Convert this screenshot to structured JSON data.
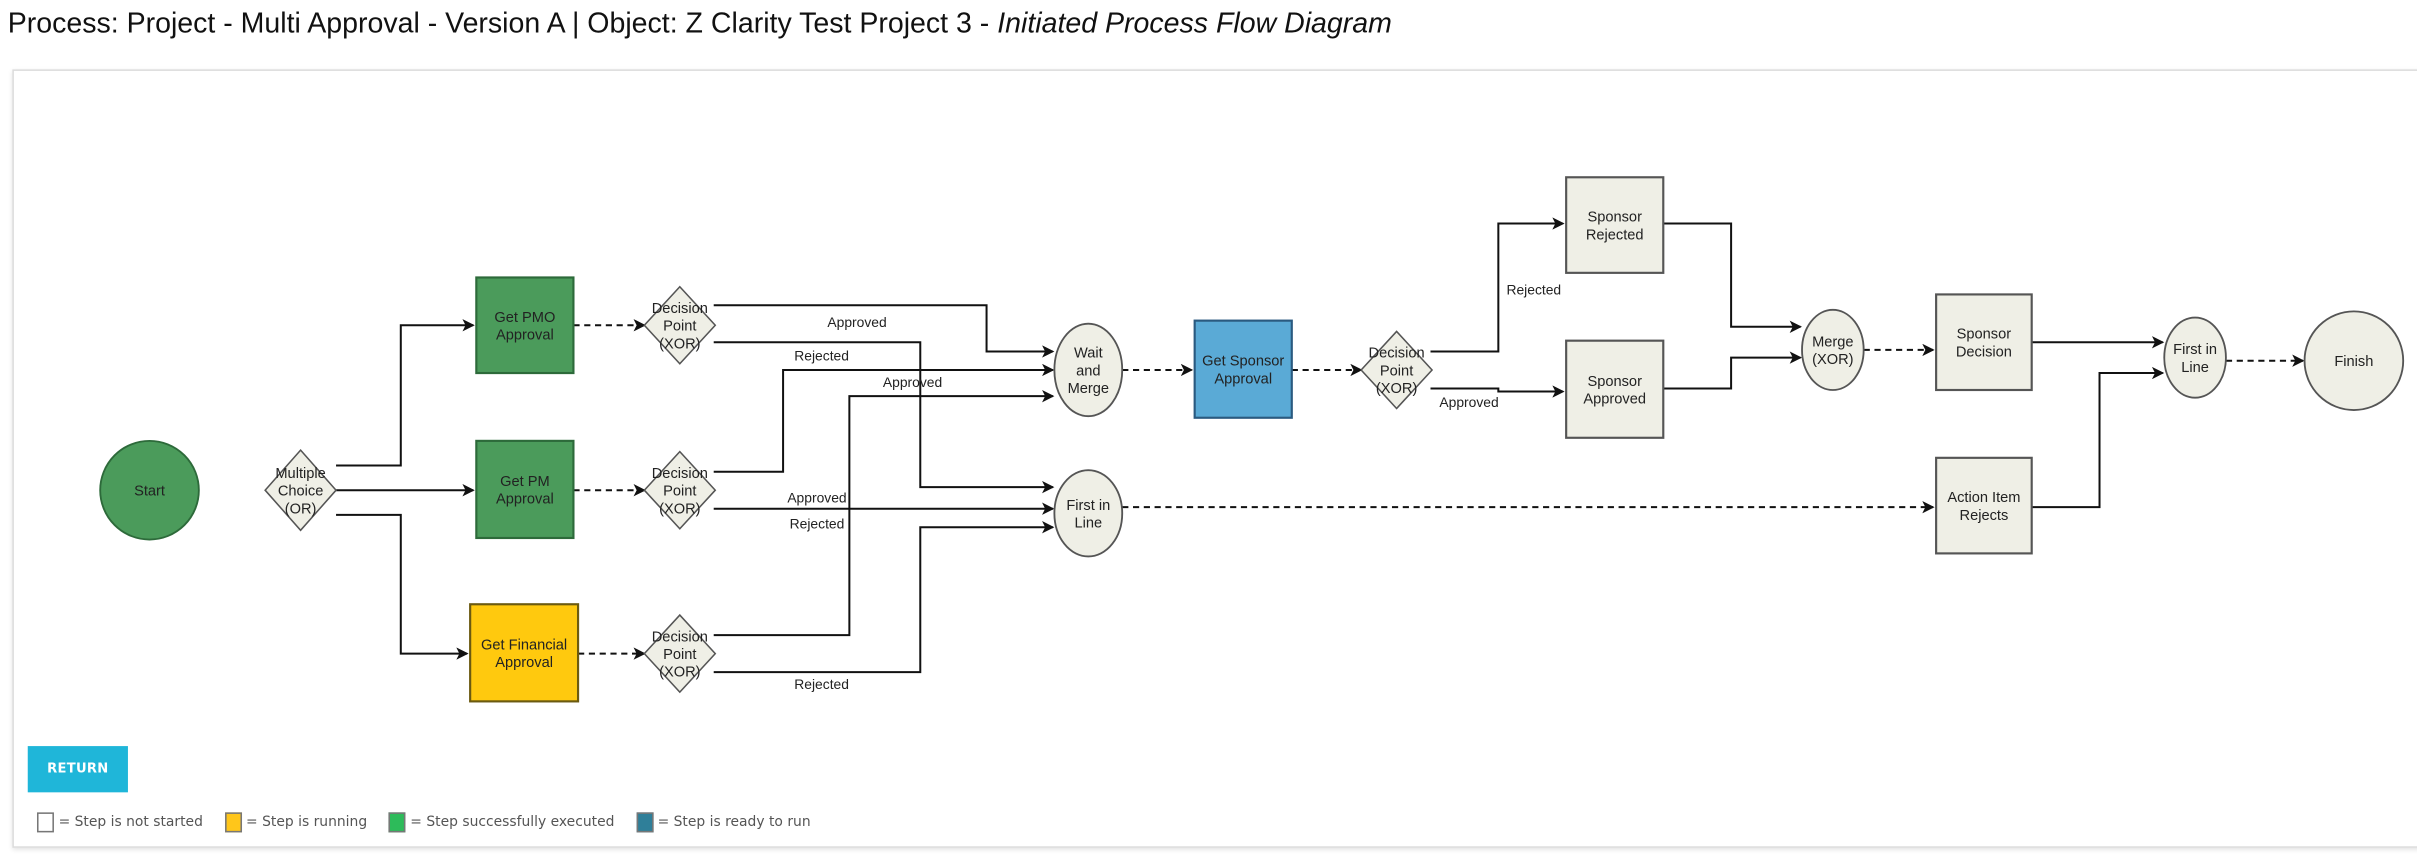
{
  "title": {
    "main": "Process: Project - Multi Approval - Version A | Object: Z Clarity Test Project 3 - ",
    "italic": "Initiated Process Flow Diagram"
  },
  "colors": {
    "executed": "#4b9b5b",
    "running": "#ffc90e",
    "ready": "#5aaad6",
    "not_started": "#efefe6",
    "return_button": "#1fb6d9"
  },
  "nodes": {
    "start": {
      "label": [
        "Start"
      ],
      "status": "executed"
    },
    "multi_choice": {
      "label": [
        "Multiple",
        "Choice",
        "(OR)"
      ],
      "status": "not_started"
    },
    "pmo": {
      "label": [
        "Get PMO",
        "Approval"
      ],
      "status": "executed"
    },
    "pm": {
      "label": [
        "Get PM",
        "Approval"
      ],
      "status": "executed"
    },
    "fin": {
      "label": [
        "Get Financial",
        "Approval"
      ],
      "status": "running"
    },
    "d1": {
      "label": [
        "Decision",
        "Point",
        "(XOR)"
      ],
      "status": "not_started"
    },
    "d2": {
      "label": [
        "Decision",
        "Point",
        "(XOR)"
      ],
      "status": "not_started"
    },
    "d3": {
      "label": [
        "Decision",
        "Point",
        "(XOR)"
      ],
      "status": "not_started"
    },
    "wait": {
      "label": [
        "Wait",
        "and",
        "Merge"
      ],
      "status": "not_started"
    },
    "fil1": {
      "label": [
        "First in",
        "Line"
      ],
      "status": "not_started"
    },
    "sponsor": {
      "label": [
        "Get Sponsor",
        "Approval"
      ],
      "status": "ready"
    },
    "d4": {
      "label": [
        "Decision",
        "Point",
        "(XOR)"
      ],
      "status": "not_started"
    },
    "srej": {
      "label": [
        "Sponsor",
        "Rejected"
      ],
      "status": "not_started"
    },
    "sapp": {
      "label": [
        "Sponsor",
        "Approved"
      ],
      "status": "not_started"
    },
    "merge": {
      "label": [
        "Merge",
        "(XOR)"
      ],
      "status": "not_started"
    },
    "sdec": {
      "label": [
        "Sponsor",
        "Decision"
      ],
      "status": "not_started"
    },
    "air": {
      "label": [
        "Action Item",
        "Rejects"
      ],
      "status": "not_started"
    },
    "fil2": {
      "label": [
        "First in",
        "Line"
      ],
      "status": "not_started"
    },
    "finish": {
      "label": [
        "Finish"
      ],
      "status": "not_started"
    }
  },
  "edge_labels": {
    "d1_approved": "Approved",
    "d1_rejected": "Rejected",
    "d2_approved": "Approved",
    "d2_rejected": "Rejected",
    "d3_approved": "Approved",
    "d3_rejected": "Rejected",
    "d4_rejected": "Rejected",
    "d4_approved": "Approved"
  },
  "return_button": "RETURN",
  "legend": [
    {
      "label": "= Step is not started",
      "color": "#ffffff"
    },
    {
      "label": "= Step is running",
      "color": "#ffc61a"
    },
    {
      "label": "= Step successfully executed",
      "color": "#2dbb5a"
    },
    {
      "label": "= Step is ready to run",
      "color": "#2f7f99"
    }
  ]
}
